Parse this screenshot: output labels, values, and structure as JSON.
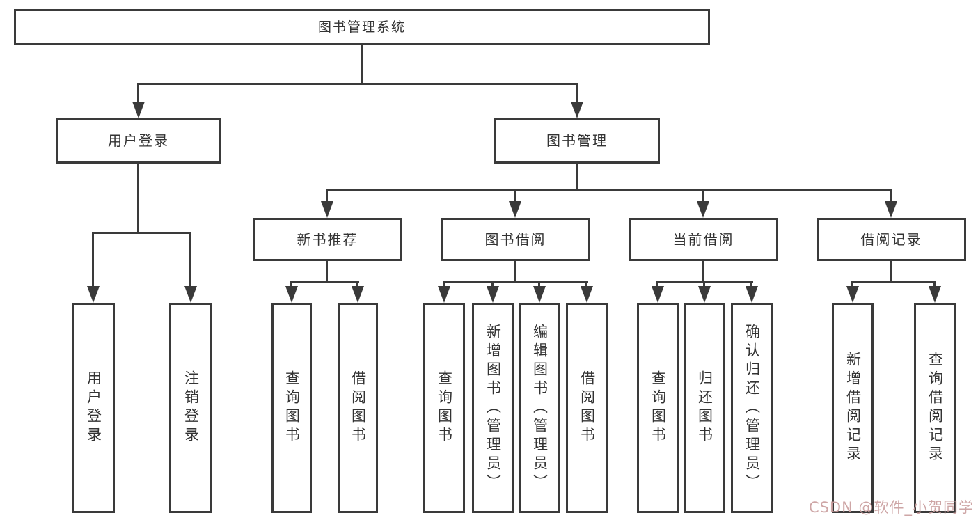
{
  "tree": {
    "root": {
      "label": "图书管理系统"
    },
    "login": {
      "label": "用户登录",
      "children": [
        {
          "label": "用户登录"
        },
        {
          "label": "注销登录"
        }
      ]
    },
    "management": {
      "label": "图书管理",
      "children": [
        {
          "label": "新书推荐",
          "children": [
            {
              "label": "查询图书"
            },
            {
              "label": "借阅图书"
            }
          ]
        },
        {
          "label": "图书借阅",
          "children": [
            {
              "label": "查询图书"
            },
            {
              "label": "新增图书（管理员）"
            },
            {
              "label": "编辑图书（管理员）"
            },
            {
              "label": "借阅图书"
            }
          ]
        },
        {
          "label": "当前借阅",
          "children": [
            {
              "label": "查询图书"
            },
            {
              "label": "归还图书"
            },
            {
              "label": "确认归还（管理员）"
            }
          ]
        },
        {
          "label": "借阅记录",
          "children": [
            {
              "label": "新增借阅记录"
            },
            {
              "label": "查询借阅记录"
            }
          ]
        }
      ]
    }
  },
  "watermark": {
    "text": "CSDN @软件_小贺同学"
  },
  "colors": {
    "line": "#3a3a3a",
    "box_border": "#3a3a3a",
    "text": "#333333",
    "watermark": "#c99d9d"
  }
}
